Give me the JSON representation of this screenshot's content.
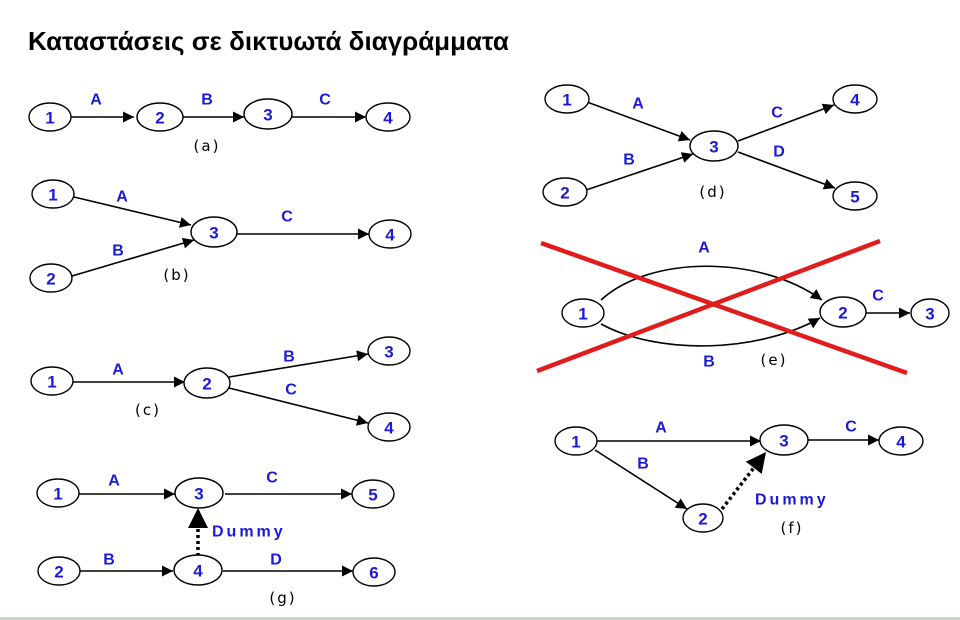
{
  "title": "Καταστάσεις σε δικτυωτά διαγράμματα",
  "colors": {
    "label": "#1a1ad8",
    "cross": "#e01c1c",
    "line": "#000000"
  },
  "diagrams": {
    "a": {
      "caption": "(a)",
      "nodes": {
        "n1": "1",
        "n2": "2",
        "n3": "3",
        "n4": "4"
      },
      "edges": {
        "A": "A",
        "B": "B",
        "C": "C"
      }
    },
    "b": {
      "caption": "(b)",
      "nodes": {
        "n1": "1",
        "n2": "2",
        "n3": "3",
        "n4": "4"
      },
      "edges": {
        "A": "A",
        "B": "B",
        "C": "C"
      }
    },
    "c": {
      "caption": "(c)",
      "nodes": {
        "n1": "1",
        "n2": "2",
        "n3": "3",
        "n4": "4"
      },
      "edges": {
        "A": "A",
        "B": "B",
        "C": "C"
      }
    },
    "d": {
      "caption": "(d)",
      "nodes": {
        "n1": "1",
        "n2": "2",
        "n3": "3",
        "n4": "4",
        "n5": "5"
      },
      "edges": {
        "A": "A",
        "B": "B",
        "C": "C",
        "D": "D"
      }
    },
    "e": {
      "caption": "(e)",
      "nodes": {
        "n1": "1",
        "n2": "2",
        "n3": "3"
      },
      "edges": {
        "A": "A",
        "B": "B",
        "C": "C"
      }
    },
    "f": {
      "caption": "(f)",
      "nodes": {
        "n1": "1",
        "n2": "2",
        "n3": "3",
        "n4": "4"
      },
      "edges": {
        "A": "A",
        "B": "B",
        "C": "C"
      },
      "dummy": "Dummy"
    },
    "g": {
      "caption": "(g)",
      "nodes": {
        "n1": "1",
        "n2": "2",
        "n3": "3",
        "n4": "4",
        "n5": "5",
        "n6": "6"
      },
      "edges": {
        "A": "A",
        "B": "B",
        "C": "C",
        "D": "D"
      },
      "dummy": "Dummy"
    }
  }
}
